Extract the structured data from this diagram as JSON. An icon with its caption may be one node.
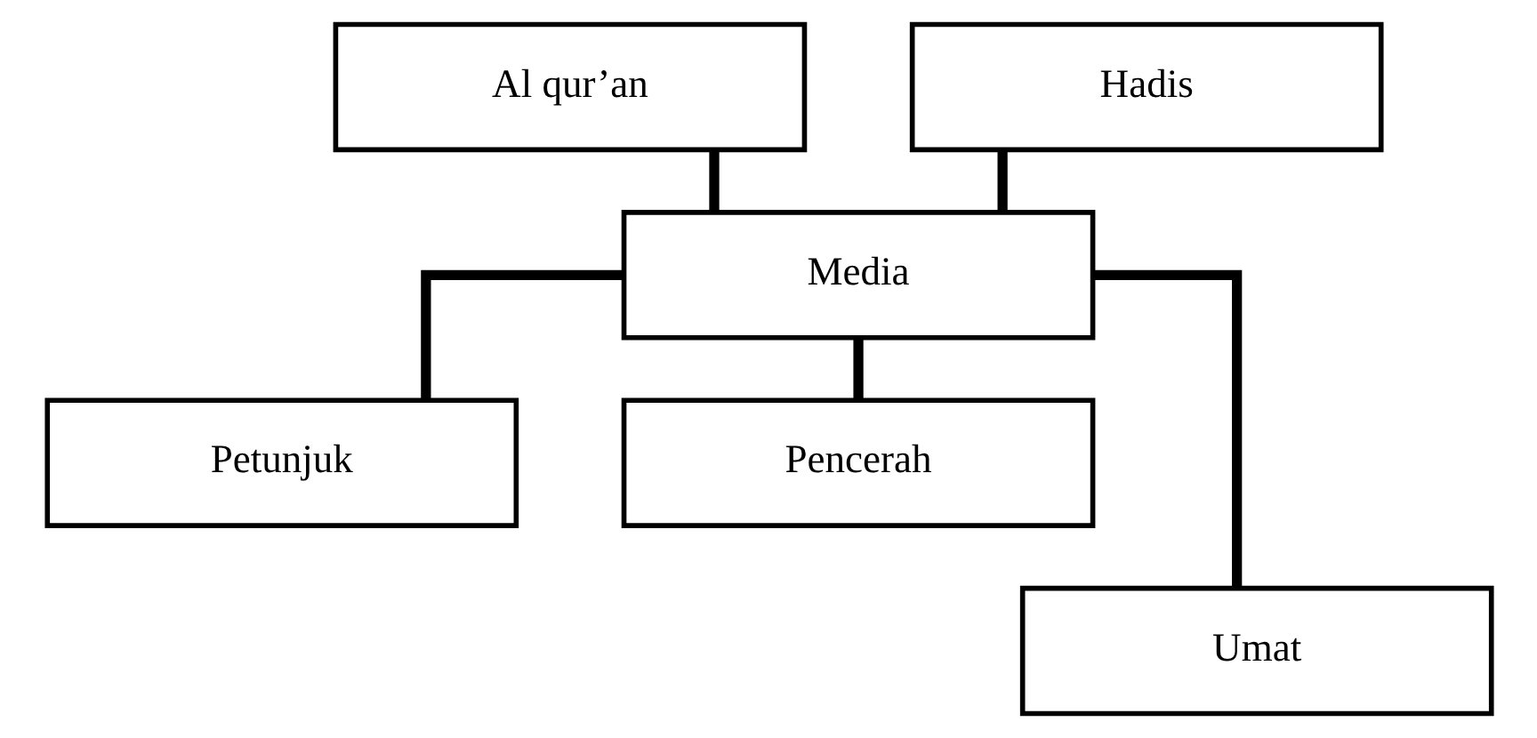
{
  "diagram": {
    "nodes": [
      {
        "text": [
          "Al qur’an"
        ]
      },
      {
        "text": [
          "Hadis"
        ]
      },
      {
        "text": [
          "Media"
        ]
      },
      {
        "text": [
          "Petunjuk"
        ]
      },
      {
        "text": [
          "Pencerah"
        ]
      },
      {
        "text": [
          "Umat"
        ]
      }
    ],
    "edges": [
      {
        "from": 0,
        "to": 2,
        "arrow": "none"
      },
      {
        "from": 1,
        "to": 2,
        "arrow": "none"
      },
      {
        "from": 2,
        "to": 3,
        "arrow": "none"
      },
      {
        "from": 2,
        "to": 4,
        "arrow": "none"
      },
      {
        "from": 2,
        "to": 5,
        "arrow": "none"
      }
    ]
  }
}
